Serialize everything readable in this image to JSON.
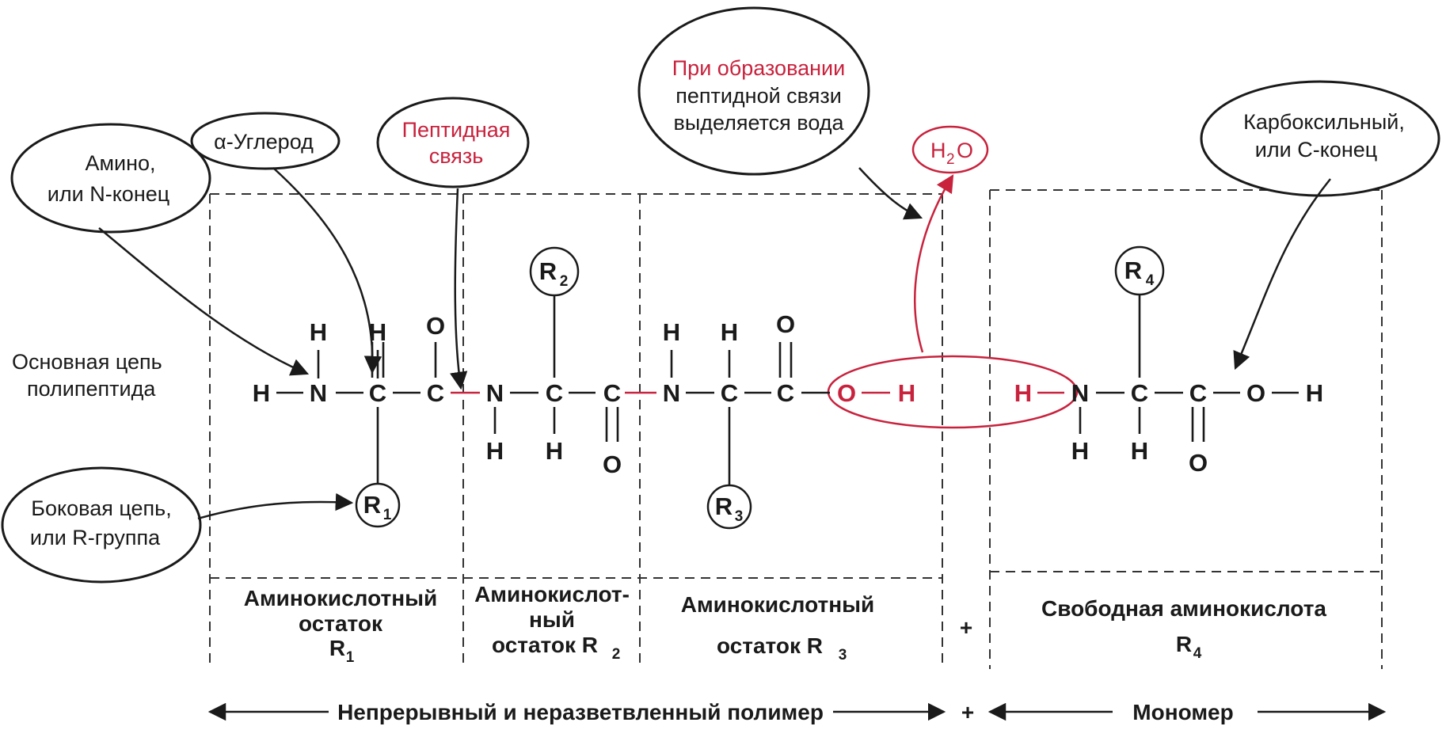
{
  "colors": {
    "ink": "#1a1a1a",
    "accent": "#c8223d"
  },
  "callouts": {
    "amino_line1": "Амино,",
    "amino_line2": "или N-конец",
    "alpha_carbon": "α-Углерод",
    "peptide_line1": "Пептидная",
    "peptide_line2": "связь",
    "water_line1": "При образовании",
    "water_line2": "пептидной связи",
    "water_line3": "выделяется вода",
    "water_formula": "H",
    "water_sub": "2",
    "water_o": "O",
    "carboxyl_line1": "Карбоксильный,",
    "carboxyl_line2": "или C-конец",
    "side_line1": "Боковая цепь,",
    "side_line2": "или R-группа"
  },
  "backbone_label": {
    "line1": "Основная цепь",
    "line2": "полипептида"
  },
  "atoms": {
    "H": "H",
    "N": "N",
    "C": "C",
    "O": "O",
    "R": "R"
  },
  "r_groups": [
    "1",
    "2",
    "3",
    "4"
  ],
  "residues": {
    "r1_line1": "Аминокислотный",
    "r1_line2": "остаток",
    "r1_sym": "R",
    "r1_sub": "1",
    "r2_line1": "Аминокислот-",
    "r2_line2": "ный",
    "r2_line3": "остаток R",
    "r2_sub": "2",
    "r3_line1": "Аминокислотный",
    "r3_line2": "остаток R",
    "r3_sub": "3",
    "plus": "+",
    "r4_line1": "Свободная аминокислота",
    "r4_sym": "R",
    "r4_sub": "4"
  },
  "bottom": {
    "polymer": "Непрерывный и неразветвленный полимер",
    "plus": "+",
    "monomer": "Мономер"
  }
}
